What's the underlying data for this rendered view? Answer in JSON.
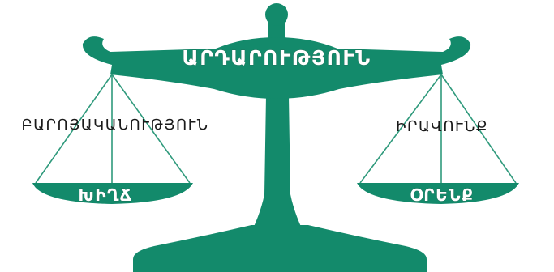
{
  "colors": {
    "scale_green": "#138a6b",
    "string_green": "#2f9a7c",
    "background": "#ffffff"
  },
  "labels": {
    "beam": "ԱՐԴԱՐՈՒԹՅՈՒՆ",
    "left_upper": "ԲԱՐՈՅԱԿԱՆՈՒԹՅՈՒՆ",
    "left_pan": "ԽԻՂՃ",
    "right_upper": "ԻՐԱՎՈՒՆՔ",
    "right_pan": "ՕՐԵՆՔ"
  }
}
